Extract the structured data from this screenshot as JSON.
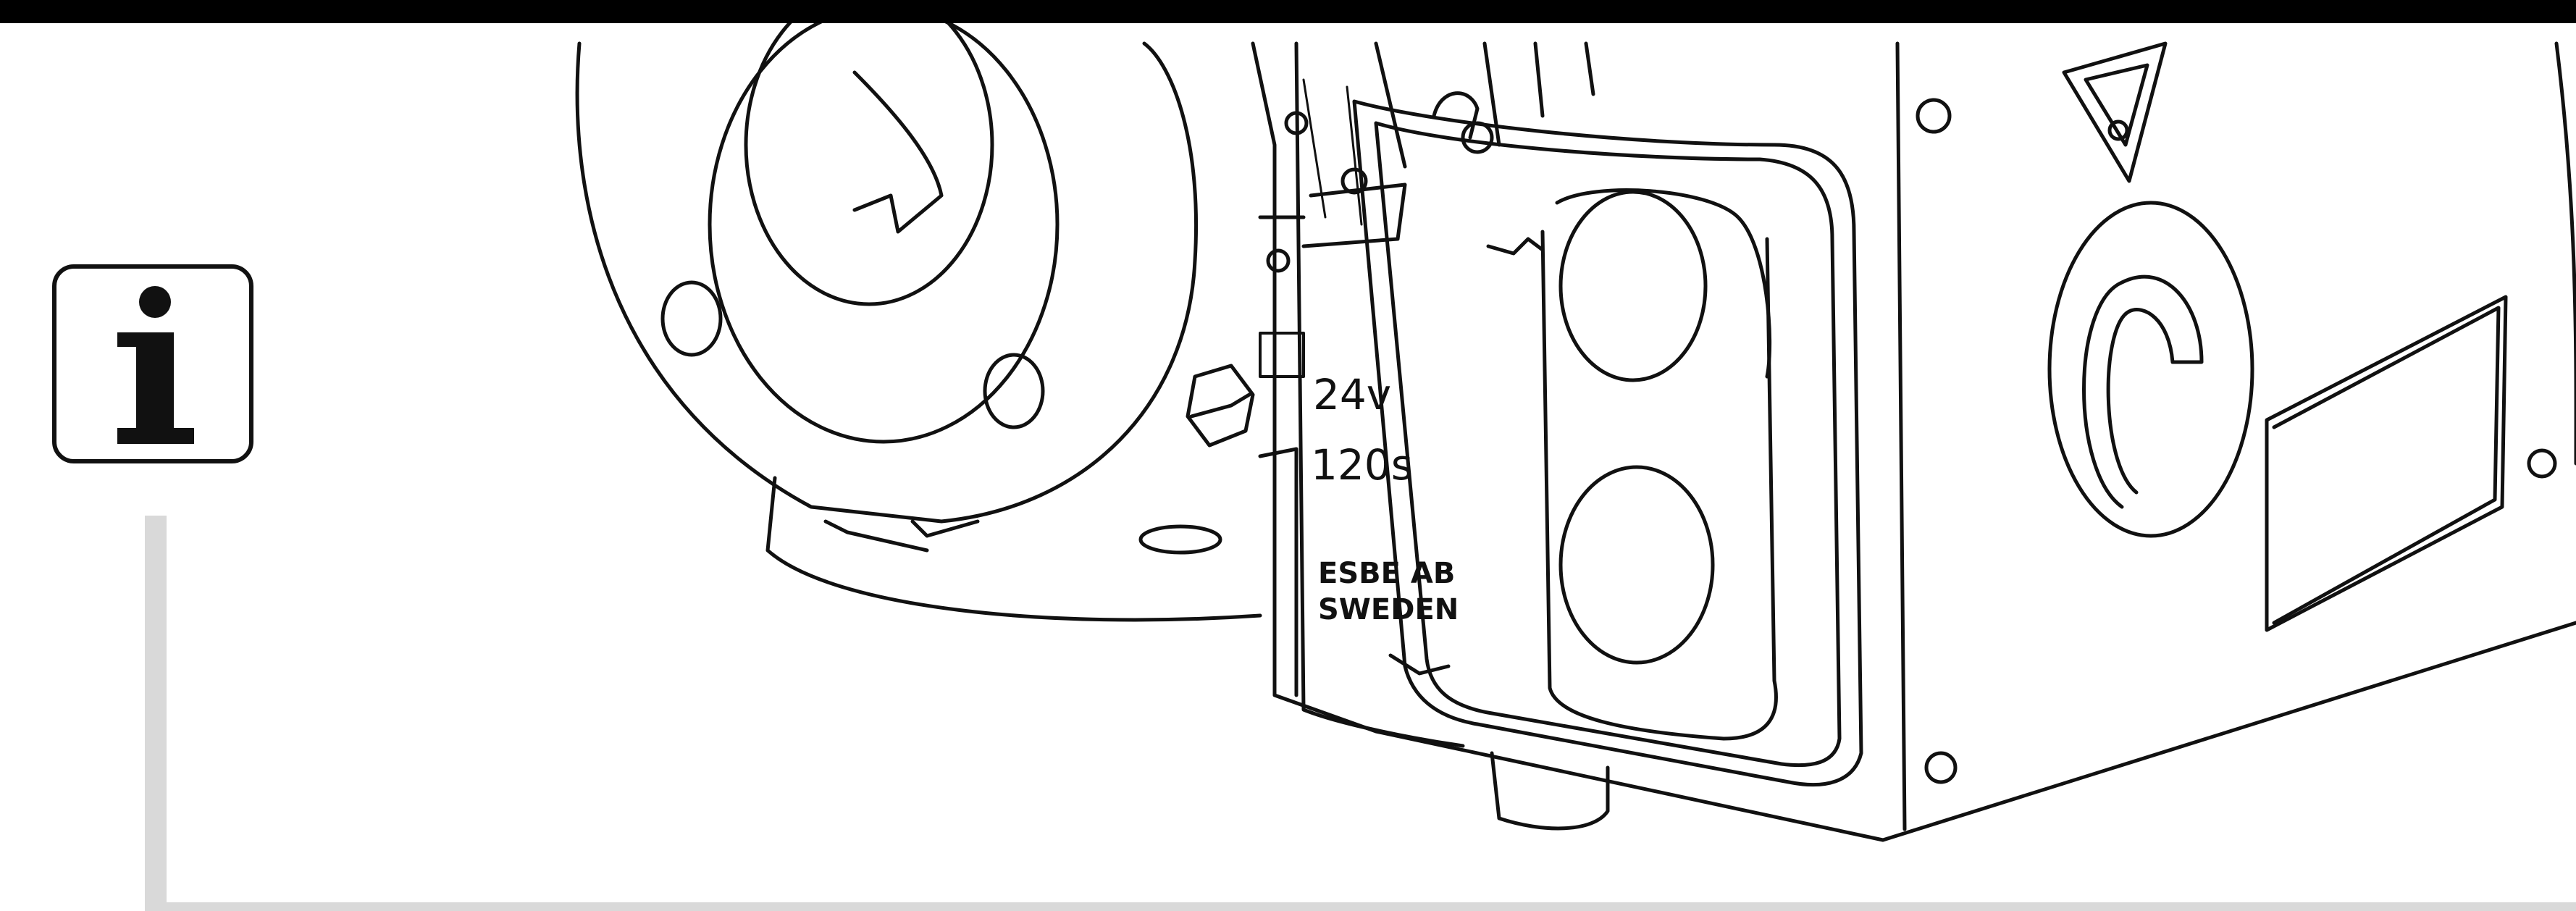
{
  "info_icon": {
    "icon": "info-icon",
    "glyph": "i"
  },
  "actuator_label": {
    "voltage": "24v",
    "runtime": "120s",
    "maker_line1": "ESBE AB",
    "maker_line2": "SWEDEN"
  },
  "colors": {
    "ink": "#111111",
    "note_bar": "#d9d9d9",
    "top_bar": "#000000"
  }
}
